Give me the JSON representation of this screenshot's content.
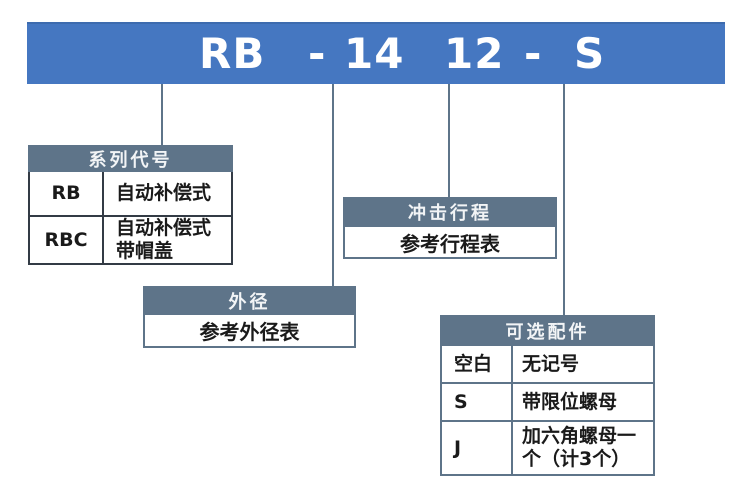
{
  "banner": {
    "model_code": "RB - 14 12 - S",
    "segments": [
      "RB",
      "-",
      "14",
      "12",
      "-",
      "S"
    ]
  },
  "tables": {
    "series": {
      "title": "系列代号",
      "rows": [
        {
          "code": "RB",
          "desc": "自动补偿式"
        },
        {
          "code": "RBC",
          "desc": "自动补偿式\n带帽盖"
        }
      ]
    },
    "outer_diameter": {
      "title": "外径",
      "note": "参考外径表"
    },
    "stroke": {
      "title": "冲击行程",
      "note": "参考行程表"
    },
    "options": {
      "title": "可选配件",
      "rows": [
        {
          "code": "空白",
          "desc": "无记号"
        },
        {
          "code": "S",
          "desc": "带限位螺母"
        },
        {
          "code": "J",
          "desc": "加六角螺母一\n个（计3个）"
        }
      ]
    }
  },
  "colors": {
    "banner_blue": "#4577C1",
    "header_slate": "#5E7489",
    "dark_border": "#333B45",
    "connector": "#5E7489",
    "text": "#1A1A1A",
    "header_text": "#F2F4F6"
  }
}
